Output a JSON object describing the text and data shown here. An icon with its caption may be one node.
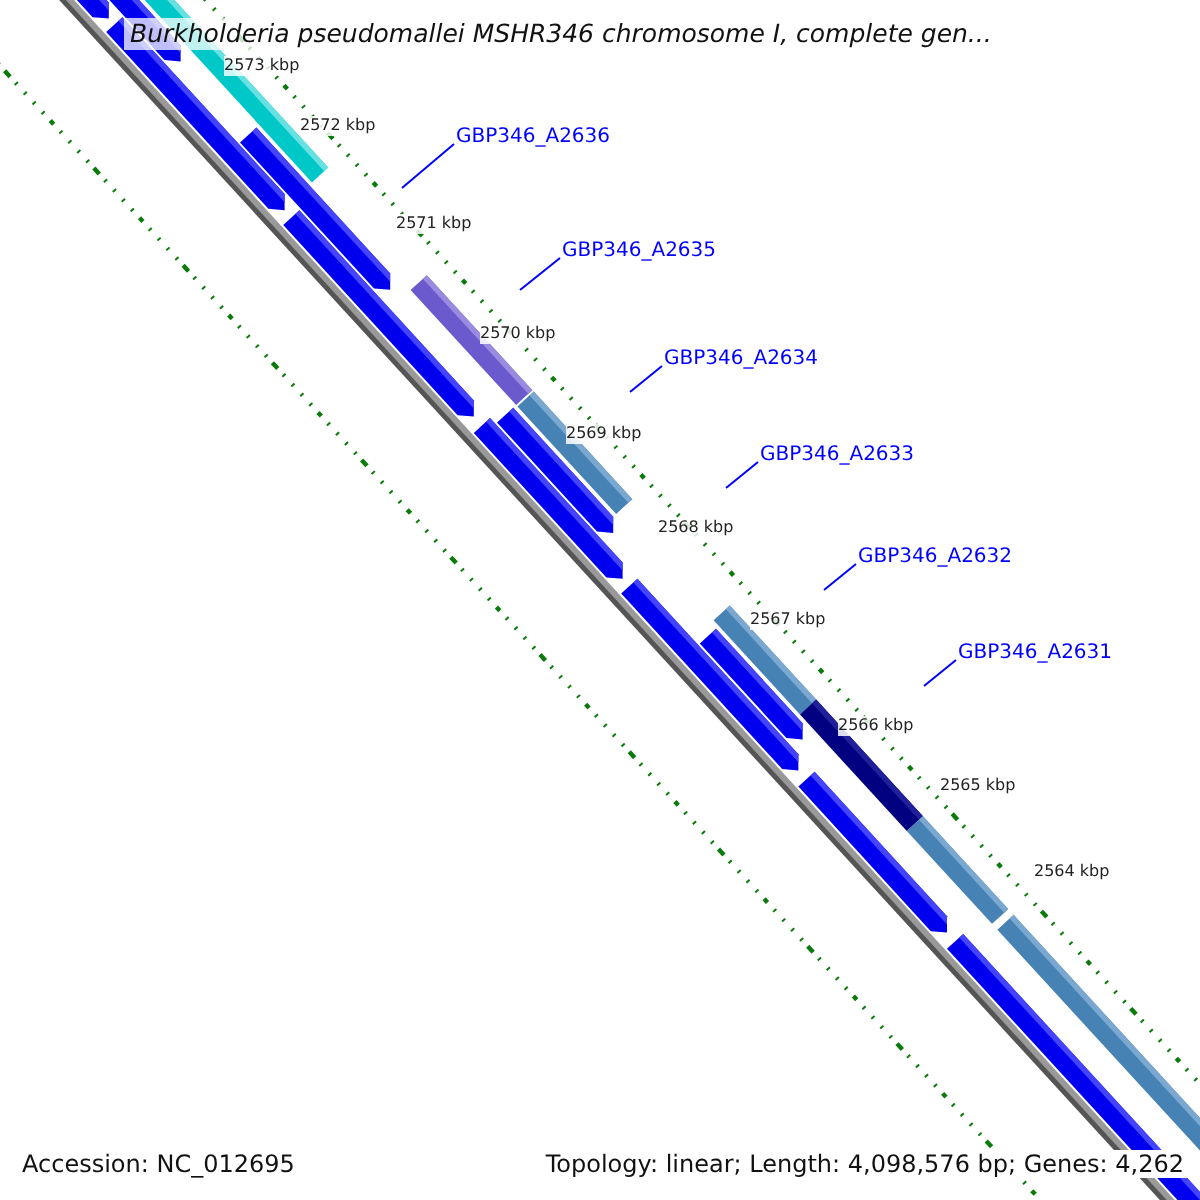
{
  "diagram": {
    "title": "Burkholderia pseudomallei MSHR346 chromosome I, complete gen...",
    "nodes": [
      {
        "text": [
          "GBP346_A2636"
        ]
      },
      {
        "text": [
          "GBP346_A2635"
        ]
      },
      {
        "text": [
          "GBP346_A2634"
        ]
      },
      {
        "text": [
          "GBP346_A2633"
        ]
      },
      {
        "text": [
          "GBP346_A2632"
        ]
      },
      {
        "text": [
          "GBP346_A2631"
        ]
      }
    ],
    "edges": [
      {
        "from": 0,
        "to": null,
        "arrow": "none"
      },
      {
        "from": 1,
        "to": null,
        "arrow": "none"
      },
      {
        "from": 2,
        "to": null,
        "arrow": "none"
      },
      {
        "from": 3,
        "to": null,
        "arrow": "none"
      },
      {
        "from": 4,
        "to": null,
        "arrow": "none"
      },
      {
        "from": 5,
        "to": null,
        "arrow": "none"
      }
    ],
    "labels": [
      "2573 kbp",
      "2572 kbp",
      "2571 kbp",
      "2570 kbp",
      "2569 kbp",
      "2568 kbp",
      "2567 kbp",
      "2566 kbp",
      "2565 kbp",
      "2564 kbp",
      "Accession: NC_012695",
      "Topology: linear; Length: 4,098,576 bp; Genes: 4,262"
    ]
  }
}
